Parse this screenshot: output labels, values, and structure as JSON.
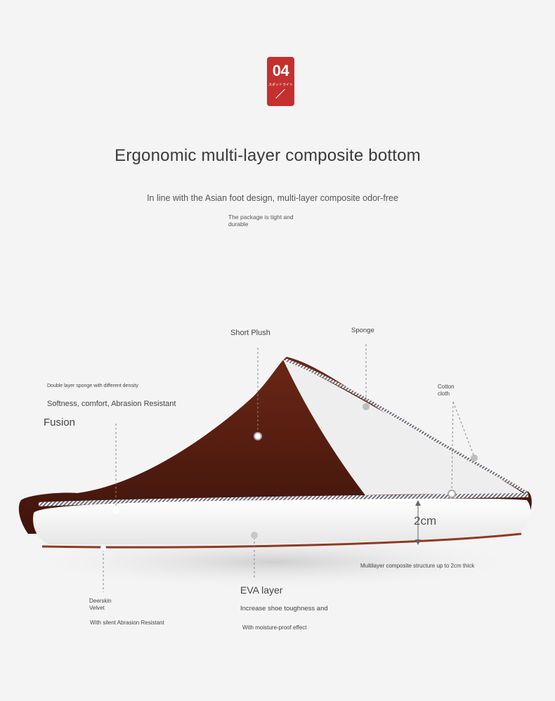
{
  "badge": {
    "number": "04",
    "subtitle": "スポットライト"
  },
  "header": {
    "title": "Ergonomic multi-layer composite bottom",
    "subtitle": "In line with the Asian foot design, multi-layer composite odor-free",
    "package_note": "The package is tight and durable"
  },
  "labels": {
    "short_plush": "Short Plush",
    "sponge": "Sponge",
    "cotton_cloth": "Cotton cloth",
    "double_layer": "Double layer sponge with different density",
    "softness": "Softness, comfort, Abrasion Resistant",
    "fusion": "Fusion",
    "thickness": "2cm",
    "multilayer": "Multilayer composite structure up to 2cm thick",
    "deerskin": "Deerskin Velvet",
    "silent": "With silent Abrasion Resistant",
    "eva_layer": "EVA layer",
    "eva_desc1": "Increase shoe toughness and",
    "eva_desc2": "With moisture-proof effect"
  },
  "colors": {
    "badge_red": "#c62f2f",
    "plush_brown": "#5a1f12",
    "sole_white": "#f8f8f8",
    "background": "#f4f4f4"
  }
}
